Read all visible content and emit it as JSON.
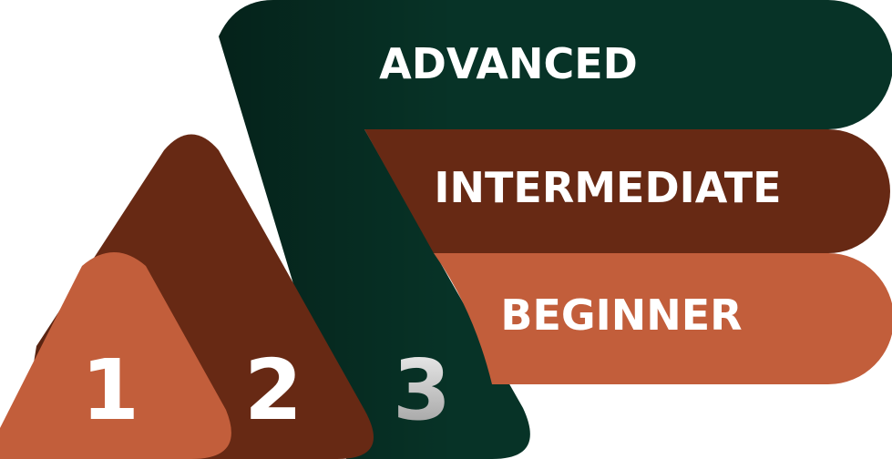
{
  "levels": [
    {
      "number": "1",
      "label": "BEGINNER",
      "color": "#c25e3b"
    },
    {
      "number": "2",
      "label": "INTERMEDIATE",
      "color": "#672914"
    },
    {
      "number": "3",
      "label": "ADVANCED",
      "color": "#073327"
    }
  ],
  "colors": {
    "text": "#ffffff",
    "number_three_light": "#f2f2f2",
    "number_three_dark": "#9a9a9a"
  }
}
